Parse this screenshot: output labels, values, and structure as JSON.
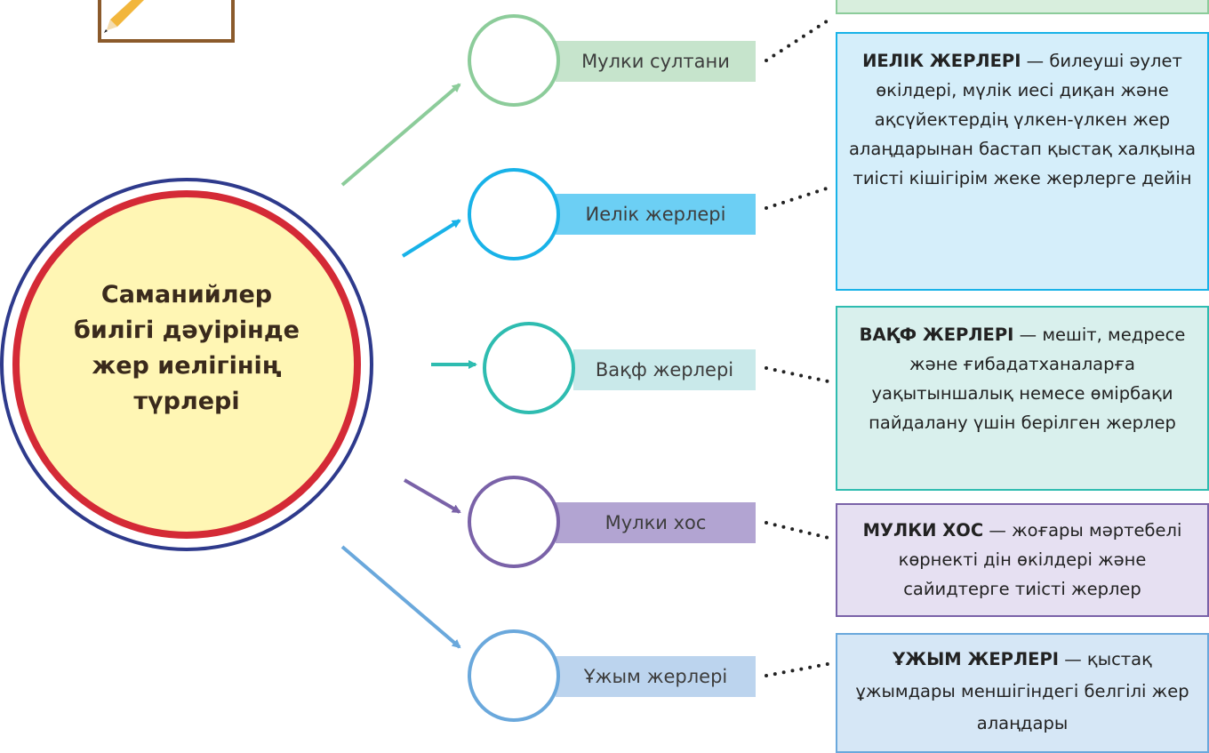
{
  "center": {
    "title_lines": [
      "Саманийлер",
      "билігі дәуірінде",
      "жер иелігінің",
      "түрлері"
    ]
  },
  "colors": {
    "center_fill": "#fff6b4",
    "center_red_ring": "#d42a36",
    "center_blue_ring": "#2e3a8c",
    "pencil_frame": "#8b5a2b"
  },
  "pencil_icon": "pencil-icon",
  "types": [
    {
      "label": "Мулки султани",
      "color": "#8ccc9a",
      "label_bg": "#c6e4cc",
      "box_bg": "#d8eedd",
      "box_border": "#8ccc9a",
      "term": "",
      "definition": ""
    },
    {
      "label": "Иелік жерлері",
      "color": "#18b2e8",
      "label_bg": "#6ccff4",
      "box_bg": "#d5eefa",
      "box_border": "#18b2e8",
      "term": "ИЕЛІК ЖЕРЛЕРІ",
      "definition": " — билеуші әулет өкілдері, мүлік иесі диқан және ақсүйектердің үлкен-үлкен жер алаңдарынан бастап қыстақ халқына тиісті кішігірім жеке жерлерге дейін"
    },
    {
      "label": "Вақф жерлері",
      "color": "#2ebcb0",
      "label_bg": "#c9e9ea",
      "box_bg": "#d9f0ed",
      "box_border": "#2ebcb0",
      "term": "ВАҚФ ЖЕРЛЕРІ",
      "definition": " — мешіт, медресе және ғибадатханаларға уақытыншалық немесе өмірбақи пайдалану үшін берілген жерлер"
    },
    {
      "label": "Мулки хос",
      "color": "#7a62a8",
      "label_bg": "#b2a4d2",
      "box_bg": "#e6e0f2",
      "box_border": "#7a62a8",
      "term": "МУЛКИ ХОС",
      "definition": " — жоғары мәртебелі көрнекті дін өкілдері және сайидтерге тиісті жерлер"
    },
    {
      "label": "Ұжым жерлері",
      "color": "#6aa8dc",
      "label_bg": "#bcd4ee",
      "box_bg": "#d6e7f6",
      "box_border": "#6aa8dc",
      "term": "ҰЖЫМ ЖЕРЛЕРІ",
      "definition": " — қыстақ ұжымдары меншігіндегі белгілі жер алаңдары"
    }
  ]
}
